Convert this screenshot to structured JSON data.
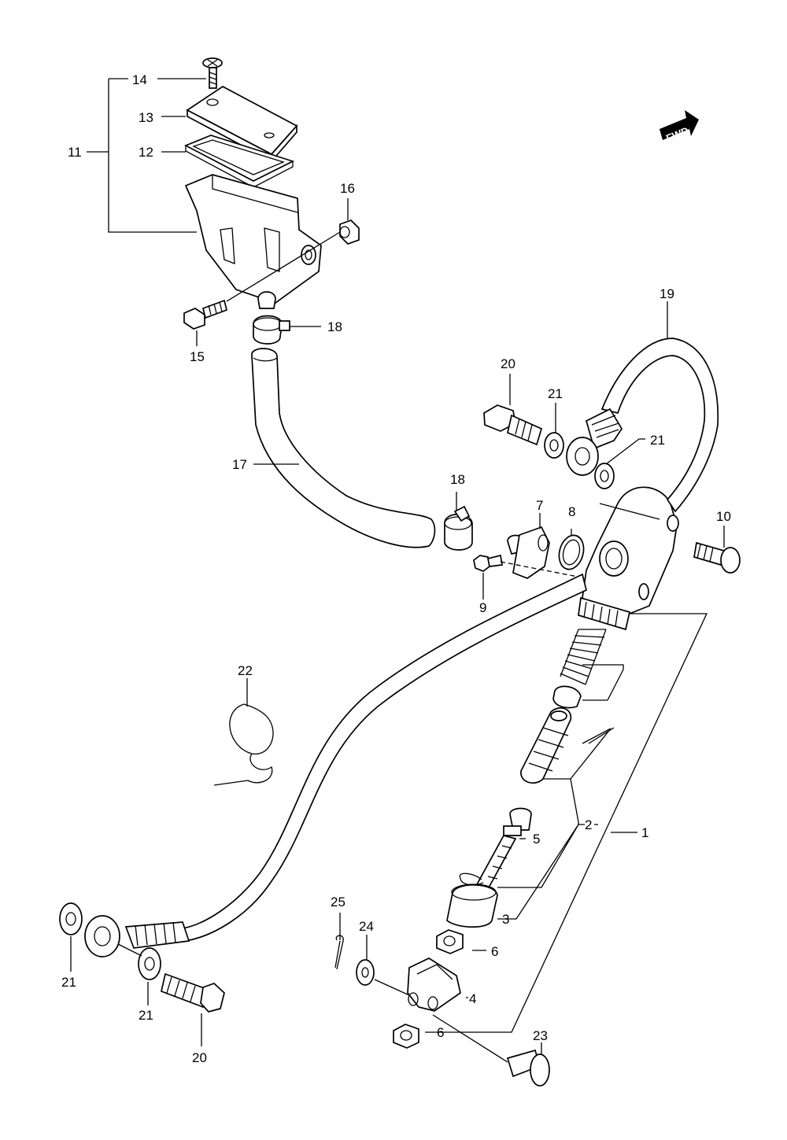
{
  "diagram": {
    "fwd_label": "FWD",
    "callouts": {
      "c1": "1",
      "c2": "2",
      "c3": "3",
      "c4": "4",
      "c5": "5",
      "c6a": "6",
      "c6b": "6",
      "c7": "7",
      "c8": "8",
      "c9": "9",
      "c10": "10",
      "c11": "11",
      "c12": "12",
      "c13": "13",
      "c14": "14",
      "c15": "15",
      "c16": "16",
      "c17": "17",
      "c18a": "18",
      "c18b": "18",
      "c19": "19",
      "c20a": "20",
      "c20b": "20",
      "c21a": "21",
      "c21b": "21",
      "c21c": "21",
      "c21d": "21",
      "c22": "22",
      "c23": "23",
      "c24": "24",
      "c25": "25"
    }
  }
}
